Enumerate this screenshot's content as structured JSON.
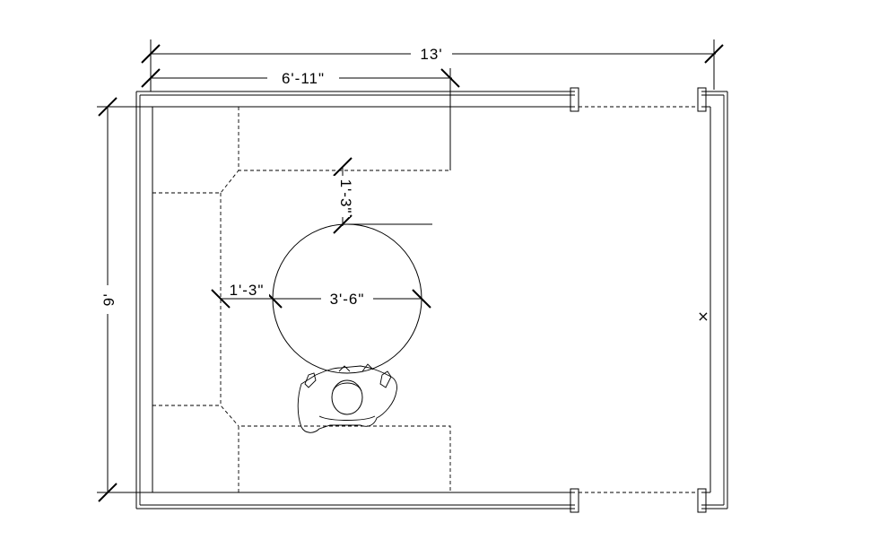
{
  "dimensions": {
    "overall_width": "13'",
    "counter_width": "6'-11\"",
    "overall_depth": "9'",
    "table_clearance_top": "1'-3\"",
    "table_clearance_left": "1'-3\"",
    "table_diameter": "3'-6\""
  },
  "marker": "×"
}
